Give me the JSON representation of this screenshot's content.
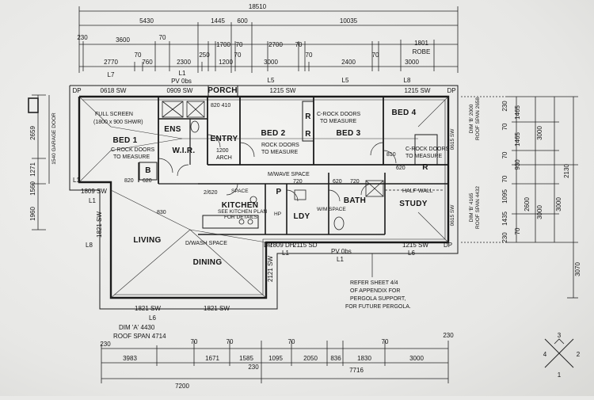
{
  "top_dimensions": {
    "overall": "18510",
    "row2": [
      "5430",
      "1445",
      "600",
      "10035"
    ],
    "row3": [
      "230",
      "3600",
      "70",
      "1700",
      "70",
      "2700",
      "70",
      "1801"
    ],
    "robe": "ROBE",
    "row4": [
      "2770",
      "70",
      "760",
      "2300",
      "250",
      "1200",
      "70",
      "3000",
      "70",
      "2400",
      "70",
      "3000"
    ],
    "row5": [
      "L7",
      "L1",
      "L5",
      "L5",
      "L8"
    ],
    "row6": [
      "DP",
      "0618 SW",
      "0909 SW",
      "PV 0bs",
      "1215 SW",
      "1215 SW",
      "DP"
    ]
  },
  "rooms": {
    "porch": "PORCH",
    "ens": "ENS",
    "wir": "W.I.R.",
    "entry": "ENTRY",
    "bed1": "BED 1",
    "bed2": "BED 2",
    "bed3": "BED 3",
    "bed4": "BED 4",
    "kitchen": "KITCHEN",
    "ldy": "LDY",
    "bath": "BATH",
    "study": "STUDY",
    "living": "LIVING",
    "dining": "DINING",
    "p": "P",
    "r1": "R",
    "r2": "R",
    "r3": "R",
    "b": "B"
  },
  "notes": {
    "full_screen": "FULL SCREEN",
    "shwr": "(1800 x 900 SHWR)",
    "crock1": "C-ROCK DOORS",
    "to_measure1": "TO MEASURE",
    "crock2": "C-ROCK DOORS",
    "to_measure2": "TO MEASURE",
    "crock3": "C-ROCK DOORS",
    "to_measure3": "TO MEASURE",
    "rock_doors": "ROCK DOORS",
    "to_measure4": "TO MEASURE",
    "wave_space": "M/WAVE SPACE",
    "see_kitchen": "SEE KITCHEN PLAN",
    "for_details": "FOR DETAILS",
    "wash_space": "D/WASH SPACE",
    "half_wall": "HALF WALL",
    "arch_h": "1200",
    "arch": "ARCH",
    "space": "SPACE",
    "hp": "HP",
    "wm_space": "W/M SPACE",
    "v820_410": "820 410",
    "v820a": "820",
    "v620a": "620",
    "v720a": "720",
    "v720b": "720",
    "v620b": "620",
    "v620c": "620",
    "v810": "810",
    "v2620": "2/620",
    "v830": "830"
  },
  "refer_note": [
    "REFER SHEET 4/4",
    "OF APPENDIX FOR",
    "PERGOLA SUPPORT,",
    "FOR FUTURE PERGOLA."
  ],
  "inner_bottom": {
    "line": [
      "DP",
      "1809 DH",
      "2115 SD",
      "PV 0bs",
      "1215 SW",
      "DP"
    ],
    "levels": [
      "L1",
      "L1",
      "L6"
    ],
    "dining_window": [
      "1821 SW",
      "1821 SW"
    ],
    "l6": "L6",
    "dim_a": "DIM 'A' 4430",
    "roof_span": "ROOF SPAN 4714",
    "side": [
      "1809 SW",
      "L1",
      "L1",
      "L8",
      "1821 SW",
      "2121 SW"
    ]
  },
  "bottom_dimensions": {
    "row1": [
      "230",
      "70",
      "70",
      "70",
      "70",
      "230"
    ],
    "row2": [
      "3983",
      "1671",
      "1585",
      "1095",
      "2050",
      "836",
      "1830",
      "3000"
    ],
    "row3": [
      "7200",
      "230",
      "7716"
    ]
  },
  "right_dimensions": {
    "a": [
      "230",
      "1465",
      "70",
      "1465",
      "70",
      "930",
      "70",
      "1095",
      "1435",
      "70",
      "230"
    ],
    "b": [
      "3000",
      "2600",
      "3000",
      "3000"
    ],
    "c": [
      "2130",
      "3070"
    ],
    "labels": [
      "DIM 'B' 2000",
      "ROOF SPAN 2658",
      "DIM 'B' 4165",
      "ROOF SPAN 4432"
    ],
    "side_labels": [
      "0615 SW",
      "0615 SW"
    ]
  },
  "left_dimensions": {
    "values": [
      "2659",
      "1271",
      "1560",
      "1960"
    ],
    "door_note": "1540 GARAGE DOOR"
  },
  "compass": [
    "3",
    "4",
    "2",
    "1"
  ]
}
